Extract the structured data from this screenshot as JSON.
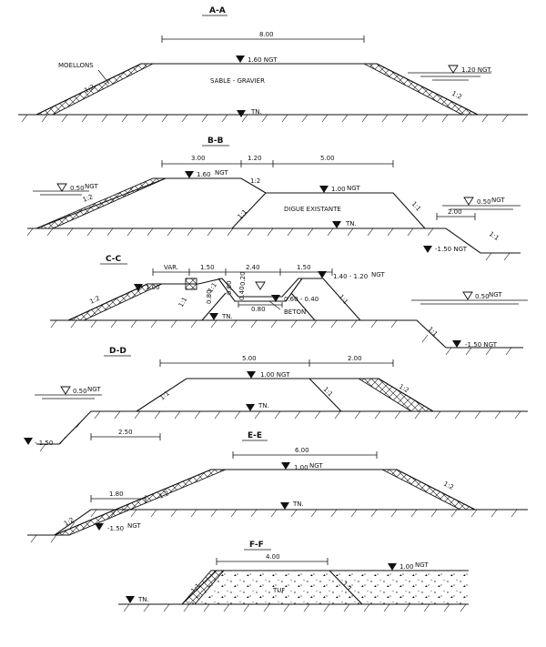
{
  "sections": {
    "aa": {
      "title": "A-A",
      "width": "8.00",
      "crest_level": "1.60 NGT",
      "water_level": "1.20 NGT.",
      "ground": "TN.",
      "riprap": "MOELLONS",
      "core_note": "SABLE - GRAVIER",
      "slope_left": "1:2",
      "slope_right": "1:2"
    },
    "bb": {
      "title": "B-B",
      "dim_left": "3.00",
      "dim_mid": "1.20",
      "dim_right": "5.00",
      "dim_low": "2.00",
      "crest_level": "1.60",
      "crest_ngt": "NGT",
      "dike_level": "1.00",
      "dike_ngt": "NGT",
      "water_left": "0.50",
      "water_left_ngt": "NGT",
      "water_right": "0.50",
      "water_right_ngt": "NGT",
      "bottom_level": "-1.50 NGT",
      "existing_dike": "DIGUE   EXISTANTE",
      "ground": "TN.",
      "slope_riprap": "1:2",
      "slope_crest": "1:2",
      "slope_left_existing": "1:1",
      "slope_right_existing": "1:1",
      "slope_far": "1:1"
    },
    "cc": {
      "title": "C-C",
      "var": "VAR.",
      "dim_a": "1.50",
      "dim_b": "2.40",
      "dim_c": "1.50",
      "crest_left": "1.00",
      "crest_right": "1.40 - 1.20",
      "crest_right_ngt": "NGT",
      "channel_bottom": "0.60 - 0.40",
      "wall_h1": "0.20",
      "wall_h2": "0.60",
      "wall_h3": "0.80",
      "wall_h4": "0.40",
      "base_width": "0.80",
      "concrete": "BETON",
      "water_right": "0.50",
      "water_right_ngt": "NGT",
      "bottom_level": "-1.50 NGT",
      "ground": "TN.",
      "slope_riprap": "1:2",
      "slope_a": "1:1",
      "slope_b": "1:1",
      "slope_c": "1:1",
      "slope_d": "1:1"
    },
    "dd": {
      "title": "D-D",
      "dim_top": "5.00",
      "dim_right": "2.00",
      "dim_low": "2.50",
      "crest_level": "1.00 NGT",
      "water_left": "0.50",
      "water_left_ngt": "NGT",
      "bottom_level": "- 1.50",
      "ground": "TN.",
      "slope_left": "1:1",
      "slope_right": "1:1",
      "slope_riprap": "1:2"
    },
    "ee": {
      "title": "E-E",
      "dim_top": "6.00",
      "dim_low": "1.80",
      "crest_level": "1.00",
      "crest_ngt": "NGT",
      "bottom_level": "-1.50",
      "bottom_ngt": "NGT",
      "ground": "TN.",
      "slope_left_upper": "1:2",
      "slope_left_lower": "1:2",
      "slope_right": "1:2"
    },
    "ff": {
      "title": "F-F",
      "dim_top": "4.00",
      "crest_level": "1.00",
      "crest_ngt": "NGT",
      "fill": "TUF",
      "ground": "TN.",
      "slope_left": "1:1",
      "slope_right": "1:1"
    }
  }
}
